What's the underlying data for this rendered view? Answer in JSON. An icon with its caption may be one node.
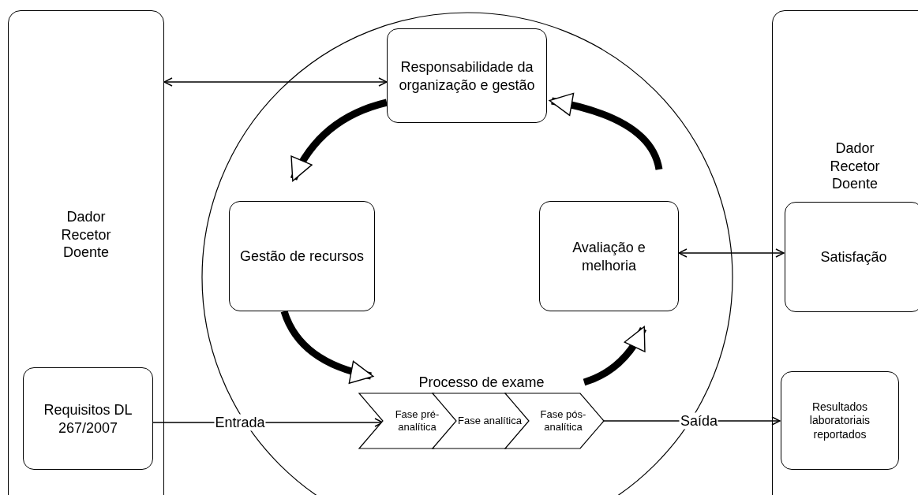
{
  "diagram": {
    "nodes": [
      {
        "text": [
          "Dador Recetor Doente"
        ]
      },
      {
        "text": [
          "Requisitos DL 267/2007"
        ],
        "in": 0
      },
      {
        "text": [],
        "shape": "circle"
      },
      {
        "text": [
          "Responsabilidade da organização e gestão"
        ],
        "in": 2
      },
      {
        "text": [
          "Gestão de recursos"
        ],
        "in": 2
      },
      {
        "text": [
          "Avaliação e melhoria"
        ],
        "in": 2
      },
      {
        "text": [
          "Processo de exame"
        ],
        "in": 2
      },
      {
        "text": [
          "Fase pré-analítica"
        ],
        "in": 6
      },
      {
        "text": [
          "Fase analítica"
        ],
        "in": 6
      },
      {
        "text": [
          "Fase pós-analítica"
        ],
        "in": 6
      },
      {
        "text": [
          "Dador Recetor Doente"
        ]
      },
      {
        "text": [
          "Satisfação"
        ],
        "in": 10
      },
      {
        "text": [
          "Resultados laboratoriais reportados"
        ],
        "in": 10
      }
    ],
    "edges": [
      {
        "from": 0,
        "to": 3,
        "arrow": "both"
      },
      {
        "from": 3,
        "to": 4,
        "arrow": "to",
        "style": "thick"
      },
      {
        "from": 5,
        "to": 3,
        "arrow": "to",
        "style": "thick"
      },
      {
        "from": 5,
        "to": 11,
        "arrow": "both"
      },
      {
        "from": 4,
        "to": 7,
        "arrow": "to",
        "style": "thick"
      },
      {
        "from": 9,
        "to": 5,
        "arrow": "to",
        "style": "thick"
      },
      {
        "from": 1,
        "to": 7,
        "label": "Entrada",
        "arrow": "to"
      },
      {
        "from": 9,
        "to": 12,
        "label": "Saída",
        "arrow": "to"
      }
    ]
  }
}
